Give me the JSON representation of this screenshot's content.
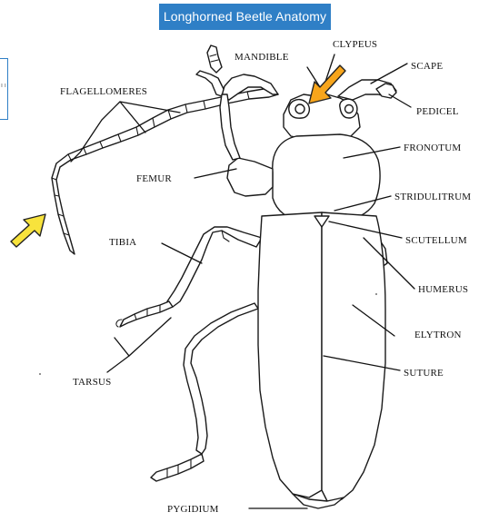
{
  "title": "Longhorned Beetle Anatomy",
  "side_box_glyph": "ı ı",
  "labels": {
    "flagellomeres": "FLAGELLOMERES",
    "mandible": "MANDIBLE",
    "clypeus": "CLYPEUS",
    "scape": "SCAPE",
    "pedicel": "PEDICEL",
    "fronotum": "FRONOTUM",
    "femur": "FEMUR",
    "stridulitrum": "STRIDULITRUM",
    "tibia": "TIBIA",
    "scutellum": "SCUTELLUM",
    "humerus": "HUMERUS",
    "elytron": "ELYTRON",
    "tarsus": "TARSUS",
    "suture": "SUTURE",
    "pygidium": "PYGIDIUM"
  },
  "colors": {
    "banner": "#2f7fc6",
    "arrow_fill": "#f7a51c",
    "arrow_fill_yellow": "#f8e33c",
    "outline": "#1a1a1a"
  },
  "icons": {
    "pointer_arrow_head": "arrow-icon",
    "pointer_arrow_antenna": "arrow-icon"
  }
}
